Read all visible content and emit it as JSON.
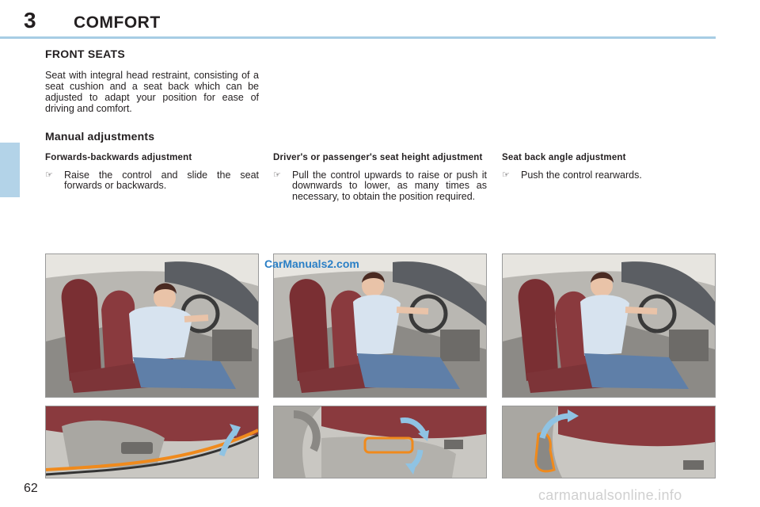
{
  "header": {
    "chapter_number": "3",
    "chapter_title": "COMFORT"
  },
  "section": {
    "title": "FRONT SEATS",
    "intro": "Seat with integral head restraint, consisting of a seat cushion and a seat back which can be adjusted to adapt your position for ease of driving and comfort."
  },
  "manual": {
    "title": "Manual adjustments",
    "columns": [
      {
        "heading": "Forwards-backwards adjustment",
        "bullet": "Raise the control and slide the seat forwards or backwards."
      },
      {
        "heading": "Driver's or passenger's seat height adjustment",
        "bullet": "Pull the control upwards to raise or push it downwards to lower, as many times as necessary, to obtain the position required."
      },
      {
        "heading": "Seat back angle adjustment",
        "bullet": "Push the control rearwards."
      }
    ]
  },
  "bullet_symbol": "☞",
  "watermark": "CarManuals2.com",
  "page_number": "62",
  "footer_watermark": "carmanualsonline.info",
  "colors": {
    "accent": "#a7cde4",
    "seat": "#8a3a3e",
    "arrow": "#8fc3e3",
    "highlight": "#f08a1c"
  }
}
